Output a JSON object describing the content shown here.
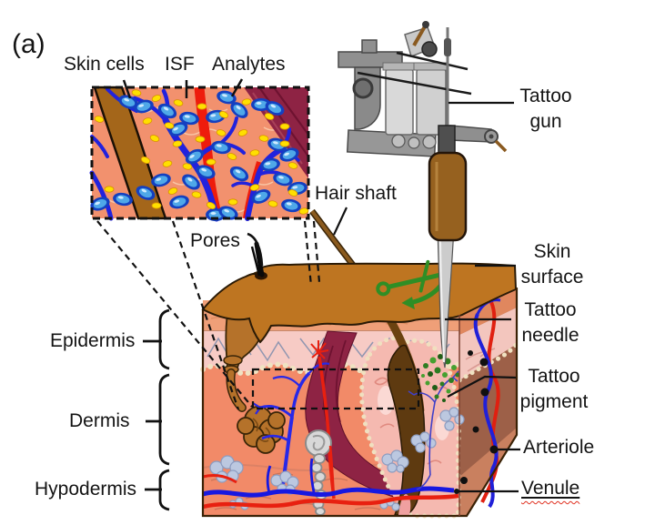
{
  "figure": {
    "panel_label": "(a)",
    "labels": {
      "skin_cells": "Skin cells",
      "isf": "ISF",
      "analytes": "Analytes",
      "tattoo_gun_line1": "Tattoo",
      "tattoo_gun_line2": "gun",
      "hair_shaft": "Hair shaft",
      "pores": "Pores",
      "skin_surface_line1": "Skin",
      "skin_surface_line2": "surface",
      "tattoo_needle_line1": "Tattoo",
      "tattoo_needle_line2": "needle",
      "tattoo_pigment_line1": "Tattoo",
      "tattoo_pigment_line2": "pigment",
      "arteriole": "Arteriole",
      "venule": "Venule",
      "epidermis": "Epidermis",
      "dermis": "Dermis",
      "hypodermis": "Hypodermis"
    },
    "colors": {
      "skin_salmon": "#F2906E",
      "epidermis_band": "#EF9F78",
      "basal_pink": "#F7CBC5",
      "surface_brown": "#BE7521",
      "muscle_maroon": "#8E2344",
      "vessel_red": "#EE1C0C",
      "vessel_blue": "#2222DD",
      "cell_blue_outer": "#1440C0",
      "cell_blue_inner": "#4FA8E8",
      "analyte_yellow": "#FFDF00",
      "pigment_green": "#2E7D22",
      "anchor_green": "#2F8E25",
      "gun_gray": "#909090",
      "coil_gray": "#D9D9D9",
      "grip_brown": "#96611F",
      "fat_cell_blue": "#BCC8E0",
      "side_dermis_brown": "#9D6048",
      "bead_cream": "#F0E2C2"
    },
    "inset": {
      "cells": [
        [
          141,
          112,
          20
        ],
        [
          158,
          117,
          -15
        ],
        [
          184,
          122,
          30
        ],
        [
          208,
          130,
          10
        ],
        [
          196,
          142,
          -25
        ],
        [
          249,
          107,
          15
        ],
        [
          237,
          128,
          -10
        ],
        [
          263,
          121,
          40
        ],
        [
          287,
          115,
          0
        ],
        [
          302,
          119,
          25
        ],
        [
          305,
          159,
          15
        ],
        [
          318,
          170,
          -20
        ],
        [
          214,
          172,
          -30
        ],
        [
          243,
          162,
          10
        ],
        [
          226,
          189,
          20
        ],
        [
          177,
          198,
          -15
        ],
        [
          263,
          191,
          30
        ],
        [
          297,
          181,
          -10
        ],
        [
          311,
          197,
          15
        ],
        [
          135,
          219,
          10
        ],
        [
          110,
          224,
          -20
        ],
        [
          160,
          212,
          25
        ],
        [
          197,
          222,
          -15
        ],
        [
          210,
          200,
          35
        ],
        [
          237,
          236,
          0
        ],
        [
          251,
          234,
          20
        ],
        [
          287,
          216,
          -25
        ],
        [
          320,
          226,
          10
        ],
        [
          327,
          207,
          -10
        ]
      ],
      "analyte_dots": [
        [
          150,
          102,
          10
        ],
        [
          172,
          108,
          -20
        ],
        [
          196,
          113,
          15
        ],
        [
          222,
          117,
          0
        ],
        [
          246,
          126,
          25
        ],
        [
          271,
          112,
          -10
        ],
        [
          296,
          128,
          20
        ],
        [
          313,
          139,
          0
        ],
        [
          162,
          133,
          -15
        ],
        [
          186,
          138,
          10
        ],
        [
          170,
          152,
          20
        ],
        [
          195,
          158,
          -10
        ],
        [
          220,
          153,
          0
        ],
        [
          243,
          146,
          15
        ],
        [
          267,
          146,
          -20
        ],
        [
          290,
          152,
          10
        ],
        [
          313,
          158,
          0
        ],
        [
          160,
          176,
          25
        ],
        [
          184,
          180,
          -15
        ],
        [
          206,
          183,
          10
        ],
        [
          232,
          178,
          0
        ],
        [
          255,
          172,
          20
        ],
        [
          280,
          168,
          -10
        ],
        [
          322,
          182,
          15
        ],
        [
          172,
          226,
          0
        ],
        [
          190,
          210,
          -20
        ],
        [
          216,
          214,
          10
        ],
        [
          232,
          226,
          25
        ],
        [
          256,
          222,
          0
        ],
        [
          280,
          206,
          -15
        ],
        [
          300,
          224,
          10
        ],
        [
          322,
          212,
          20
        ],
        [
          120,
          208,
          0
        ],
        [
          109,
          131,
          15
        ],
        [
          334,
          232,
          -10
        ]
      ]
    }
  }
}
